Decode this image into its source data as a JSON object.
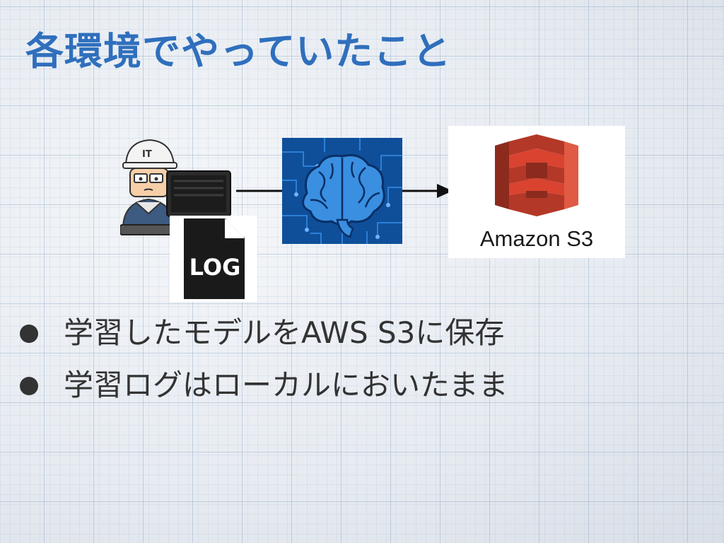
{
  "slide": {
    "title": "各環境でやっていたこと"
  },
  "diagram": {
    "log_label": "LOG",
    "s3_label": "Amazon S3",
    "helmet_text": "IT"
  },
  "bullets": [
    {
      "text": "学習したモデルをAWS S3に保存"
    },
    {
      "text": "学習ログはローカルにおいたまま"
    }
  ],
  "colors": {
    "title": "#2f6fbd",
    "s3_red": "#d9432f",
    "brain_blue": "#3a8fe0",
    "circuit_bg": "#0f4f9a"
  }
}
